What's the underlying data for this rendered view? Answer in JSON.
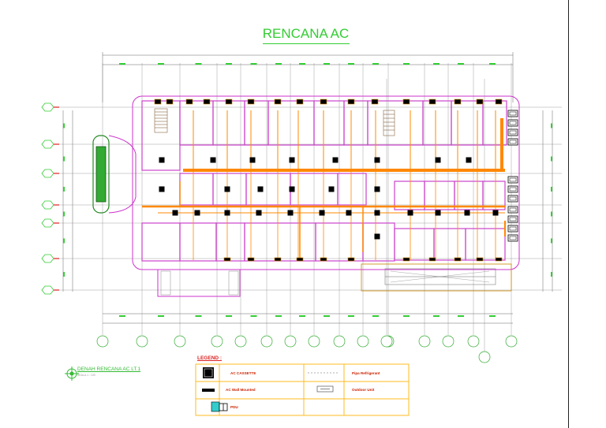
{
  "title": "RENCANA AC",
  "sheet": {
    "title": "DENAH RENCANA AC LT.1",
    "subtitle": "SKALA 1 : 100"
  },
  "legend": {
    "heading": "LEGEND :",
    "items": [
      {
        "symbol": "ac-cassette-symbol",
        "label": "AC CASSETTE"
      },
      {
        "symbol": "pipe-refrigerant-symbol",
        "label": "Pipa Refrigerant"
      },
      {
        "symbol": "ac-wall-mounted-symbol",
        "label": "AC Wall Mounted"
      },
      {
        "symbol": "outdoor-unit-symbol",
        "label": "Outdoor Unit"
      },
      {
        "symbol": "pdu-symbol",
        "label": "PDU"
      }
    ]
  },
  "colors": {
    "title": "#33cc33",
    "building_outline": "#cc33cc",
    "walls": "#cc44cc",
    "refrigerant_pipe": "#ff8800",
    "grid_bubble": "#33cc33",
    "legend_frame": "#ffcc33",
    "legend_text": "#cc2200"
  }
}
